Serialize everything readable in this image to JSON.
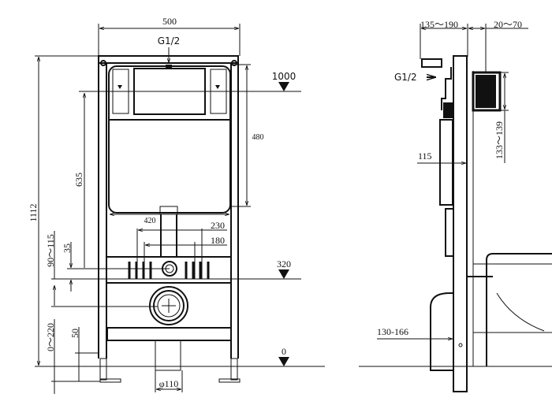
{
  "front_view": {
    "width_label": "500",
    "inlet_label": "G1/2",
    "level_top": "1000",
    "level_mid": "320",
    "level_floor": "0",
    "height_total": "1112",
    "dim_635": "635",
    "dim_480": "480",
    "dim_420": "420",
    "dim_230": "230",
    "dim_180": "180",
    "dim_90_115": "90～115",
    "dim_35": "35",
    "dim_0_220": "0～220",
    "dim_50": "50",
    "pipe_diameter": "φ110"
  },
  "side_view": {
    "dim_135_190": "135～190",
    "dim_20_70": "20～70",
    "inlet_label": "G1/2",
    "dim_115": "115",
    "dim_133_139": "133～139",
    "dim_130_166": "130-166"
  }
}
